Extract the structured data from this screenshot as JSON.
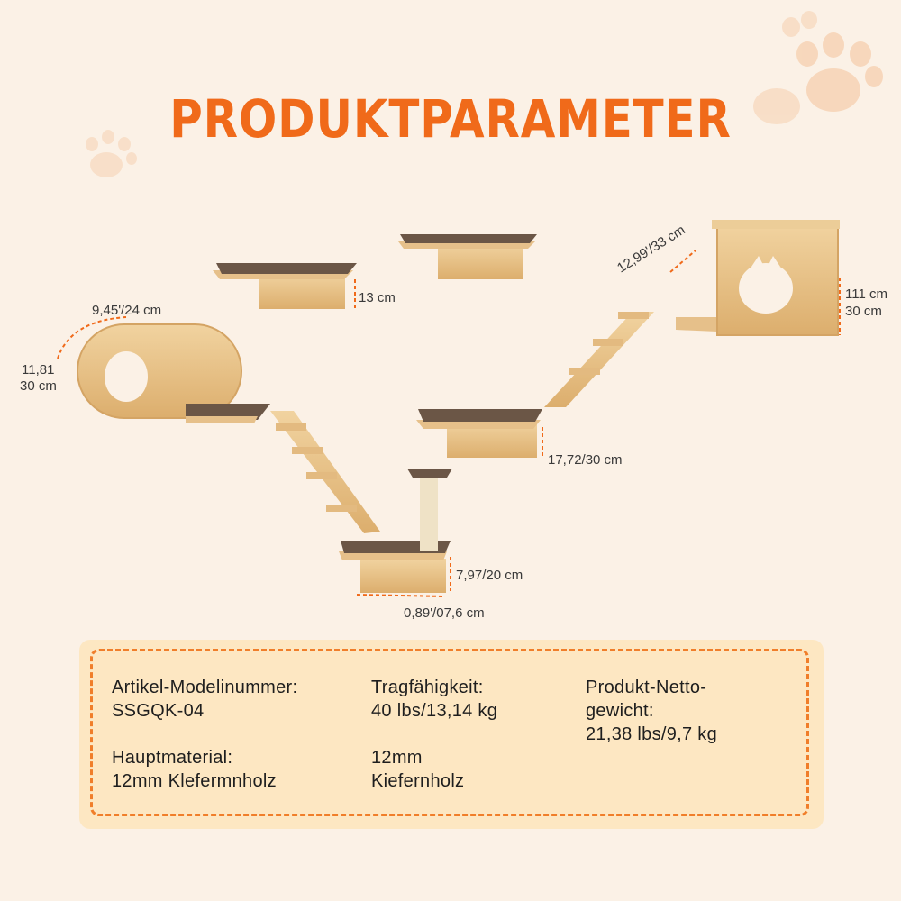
{
  "title": "PRODUKTPARAMETER",
  "dimensions": {
    "pod_width": "9,45'/24 cm",
    "pod_height_1": "11,81",
    "pod_height_2": "30 cm",
    "shelf_height": "13 cm",
    "ladder_length": "12,99'/33 cm",
    "house_height_1": "111 cm",
    "house_height_2": "30 cm",
    "mid_shelf_width": "17,72/30 cm",
    "base_shelf_width": "7,97/20 cm",
    "base_depth": "0,89'/07,6 cm"
  },
  "specs": {
    "model_label": "Artikel-Modelinummer:",
    "model_value": "SSGQK-04",
    "capacity_label": "Tragfähigkeit:",
    "capacity_value": "40 lbs/13,14 kg",
    "weight_label_1": "Produkt-Netto-",
    "weight_label_2": "gewicht:",
    "weight_value": "21,38 lbs/9,7 kg",
    "material_label": "Hauptmaterial:",
    "material_value": "12mm Klefermnholz",
    "thickness_label": "12mm",
    "thickness_value": "Kiefernholz"
  },
  "colors": {
    "accent": "#f06a1a",
    "panel": "#fde7c2",
    "wood": "#e9c48c",
    "carpet": "#6b5646"
  }
}
